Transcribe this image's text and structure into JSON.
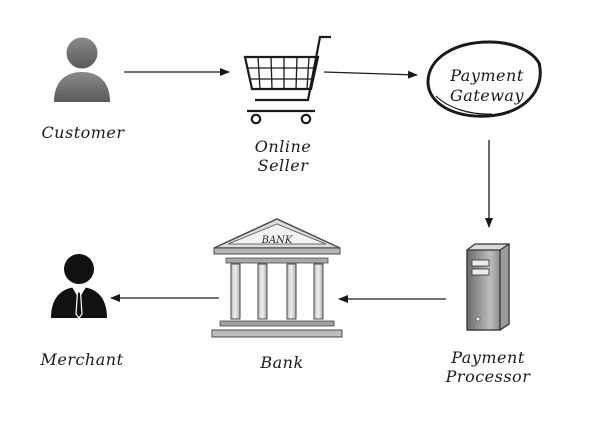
{
  "nodes": {
    "customer": {
      "label": "Customer"
    },
    "online_seller": {
      "line1": "Online",
      "line2": "Seller"
    },
    "payment_gateway": {
      "line1": "Payment",
      "line2": "Gateway"
    },
    "payment_processor": {
      "line1": "Payment",
      "line2": "Processor"
    },
    "bank": {
      "label": "Bank",
      "sign": "BANK"
    },
    "merchant": {
      "label": "Merchant"
    }
  },
  "icons": {
    "customer": "person-icon",
    "online_seller": "shopping-cart-icon",
    "payment_gateway": "circle-ring-icon",
    "payment_processor": "server-icon",
    "bank": "bank-building-icon",
    "merchant": "businessman-icon"
  },
  "flow": [
    [
      "Customer",
      "Online Seller"
    ],
    [
      "Online Seller",
      "Payment Gateway"
    ],
    [
      "Payment Gateway",
      "Payment Processor"
    ],
    [
      "Payment Processor",
      "Bank"
    ],
    [
      "Bank",
      "Merchant"
    ]
  ],
  "colors": {
    "ink": "#1a1a1a",
    "gray": "#6e6e6e",
    "dark": "#111111"
  }
}
